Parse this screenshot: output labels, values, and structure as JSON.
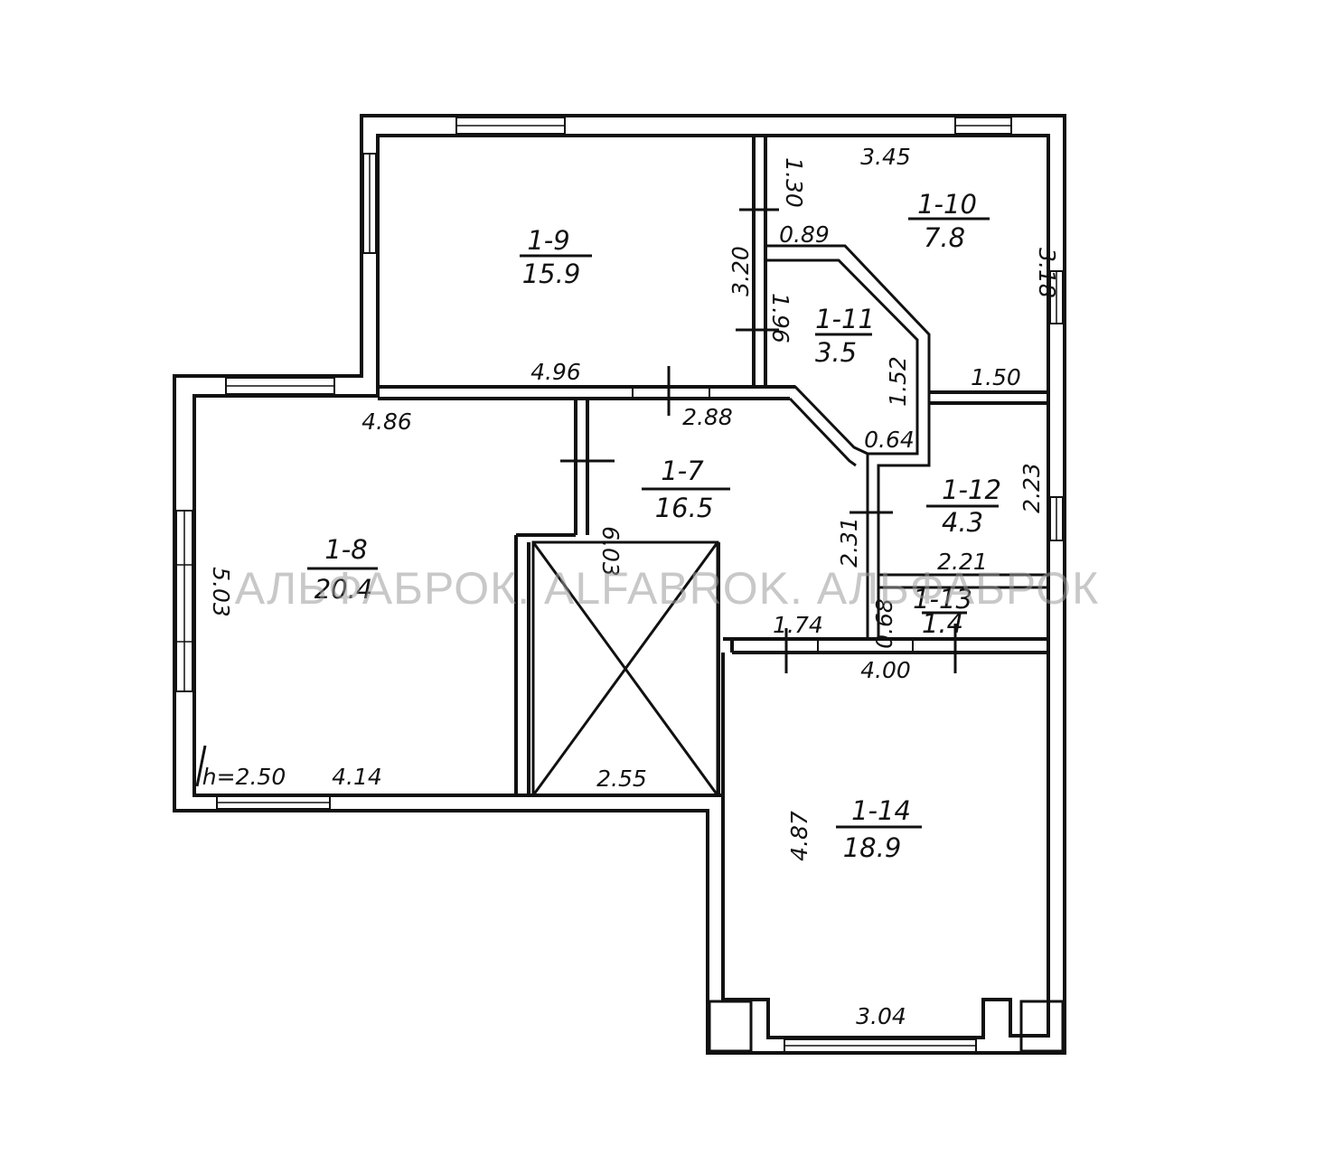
{
  "rooms": {
    "r1_7": {
      "id": "1-7",
      "area": "16.5"
    },
    "r1_8": {
      "id": "1-8",
      "area": "20.4"
    },
    "r1_9": {
      "id": "1-9",
      "area": "15.9"
    },
    "r1_10": {
      "id": "1-10",
      "area": "7.8"
    },
    "r1_11": {
      "id": "1-11",
      "area": "3.5"
    },
    "r1_12": {
      "id": "1-12",
      "area": "4.3"
    },
    "r1_13": {
      "id": "1-13",
      "area": "1.4"
    },
    "r1_14": {
      "id": "1-14",
      "area": "18.9"
    }
  },
  "dimensions": {
    "d_496": "4.96",
    "d_345": "3.45",
    "d_130": "1.30",
    "d_320": "3.20",
    "d_089": "0.89",
    "d_196": "1.96",
    "d_152": "1.52",
    "d_150": "1.50",
    "d_318": "3.18",
    "d_064": "0.64",
    "d_486": "4.86",
    "d_288": "2.88",
    "d_223": "2.23",
    "d_231": "2.31",
    "d_221": "2.21",
    "d_603": "6.03",
    "d_503": "5.03",
    "d_174": "1.74",
    "d_068": "0.68",
    "d_400": "4.00",
    "d_414": "4.14",
    "d_250": "h=2.50",
    "d_255": "2.55",
    "d_487": "4.87",
    "d_304": "3.04"
  },
  "watermark": "АЛЬФАБРОК. ALFABROK. АЛЬФАБРОК"
}
